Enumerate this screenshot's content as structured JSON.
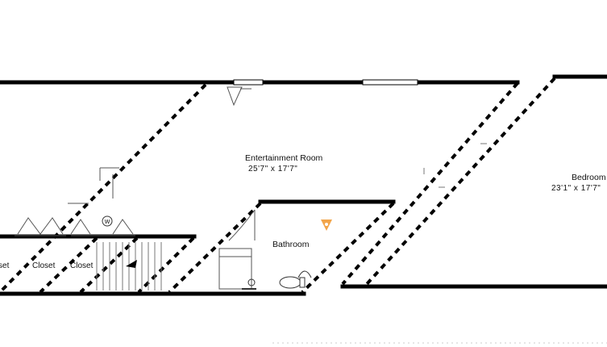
{
  "colors": {
    "wall": "#000000",
    "background": "#ffffff",
    "fixture_line": "#555555",
    "light_fixture": "#f2a54a"
  },
  "rooms": {
    "entertainment": {
      "name": "Entertainment Room",
      "dimensions": "25'7\" x 17'7\""
    },
    "bedroom": {
      "name": "Bedroom",
      "dimensions": "23'1\" x 17'7\""
    },
    "bathroom": {
      "name": "Bathroom"
    }
  },
  "closets": [
    {
      "name": "Closet"
    },
    {
      "name": "Closet"
    },
    {
      "name": "Closet"
    }
  ],
  "icons": [
    "stair-arrow-icon",
    "ceiling-light-icon",
    "water-heater-icon",
    "toilet-icon",
    "sink-icon"
  ]
}
